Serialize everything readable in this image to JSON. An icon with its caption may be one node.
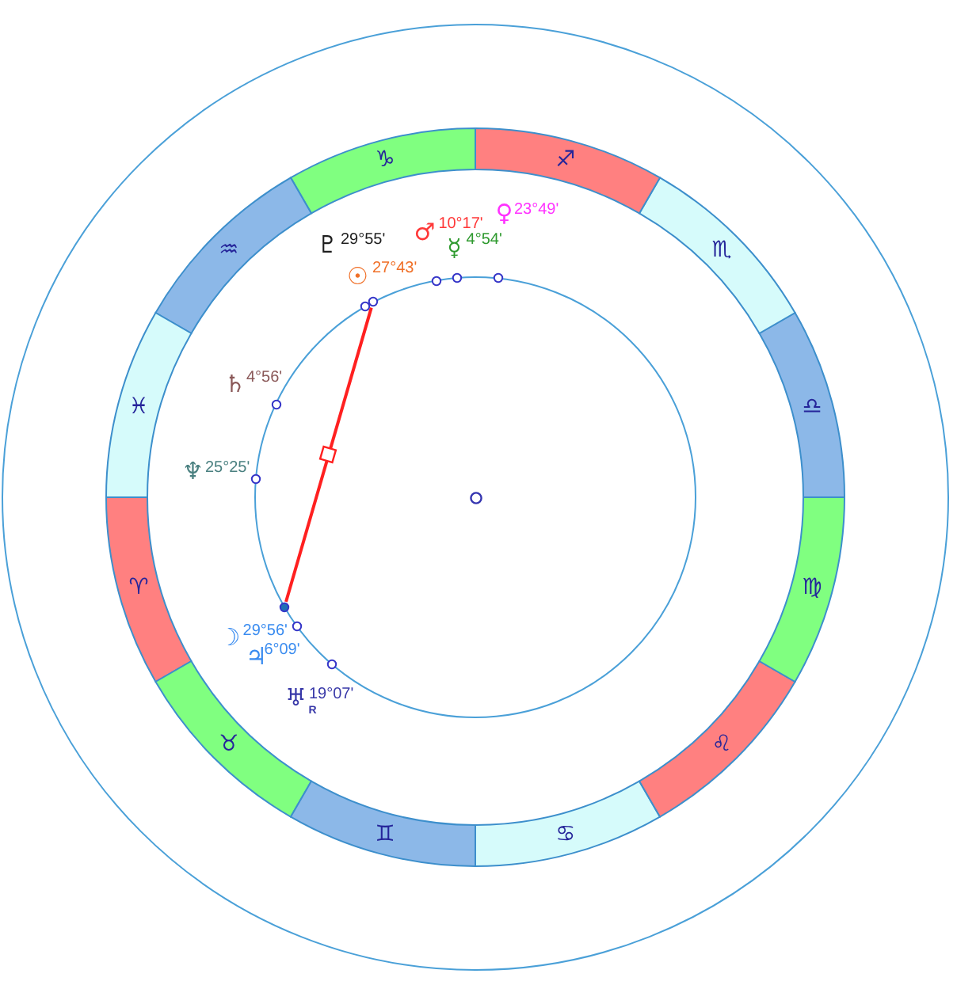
{
  "diagram": {
    "nodes": [
      {
        "text": [
          "♈"
        ]
      },
      {
        "text": [
          "♉"
        ]
      },
      {
        "text": [
          "♊"
        ]
      },
      {
        "text": [
          "♋"
        ]
      },
      {
        "text": [
          "♌"
        ]
      },
      {
        "text": [
          "♍"
        ]
      },
      {
        "text": [
          "♎"
        ]
      },
      {
        "text": [
          "♏"
        ]
      },
      {
        "text": [
          "♐"
        ]
      },
      {
        "text": [
          "♑"
        ]
      },
      {
        "text": [
          "♒"
        ]
      },
      {
        "text": [
          "♓"
        ]
      },
      {
        "text": [],
        "shape": "circle"
      },
      {
        "text": [],
        "shape": "circle"
      }
    ],
    "edges": [
      {
        "from": 12,
        "to": 13,
        "arrow": "none"
      }
    ],
    "labels": [
      "♀",
      "23°49'",
      "♂",
      "10°17'",
      "♇",
      "29°55'",
      "☿",
      "4°54'",
      "☉",
      "27°43'",
      "♄",
      "4°56'",
      "♆",
      "25°25'",
      "☽",
      "29°56'",
      "♃",
      "6°09'",
      "♅",
      "19°07'",
      "R"
    ]
  }
}
